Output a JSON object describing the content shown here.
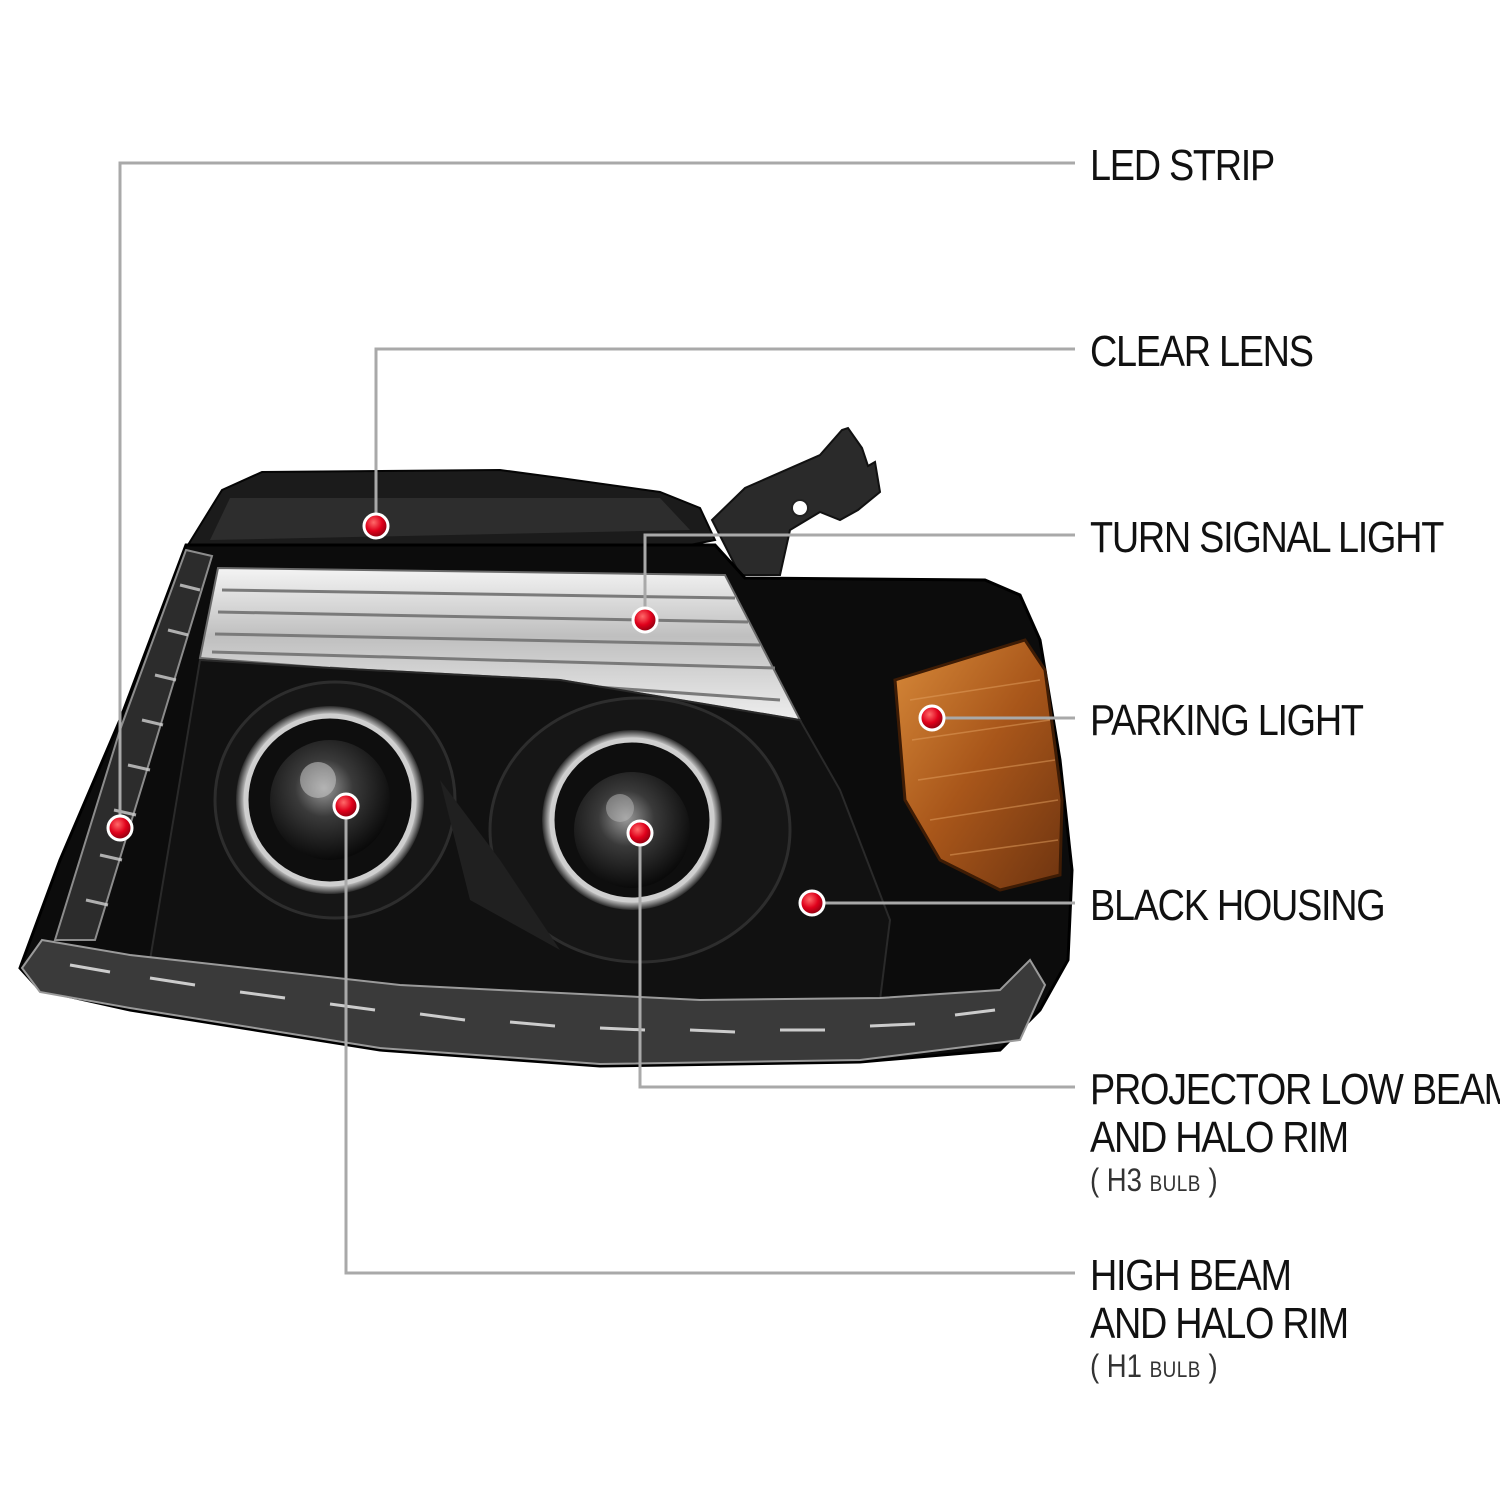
{
  "callouts": [
    {
      "id": "led-strip",
      "lines": [
        "LED STRIP"
      ]
    },
    {
      "id": "clear-lens",
      "lines": [
        "CLEAR LENS"
      ]
    },
    {
      "id": "turn-signal-light",
      "lines": [
        "TURN SIGNAL LIGHT"
      ]
    },
    {
      "id": "parking-light",
      "lines": [
        "PARKING LIGHT"
      ]
    },
    {
      "id": "black-housing",
      "lines": [
        "BLACK HOUSING"
      ]
    },
    {
      "id": "projector-low-beam",
      "lines": [
        "PROJECTOR LOW BEAM",
        "AND HALO RIM"
      ],
      "bulb": "H3",
      "bulb_word": "BULB"
    },
    {
      "id": "high-beam",
      "lines": [
        "HIGH BEAM",
        "AND HALO RIM"
      ],
      "bulb": "H1",
      "bulb_word": "BULB"
    }
  ],
  "colors": {
    "leader_line": "#a9a9a9",
    "marker_red": "#e0001b",
    "housing": "#0c0c0c",
    "amber": "#b8651a",
    "chrome": "#d9d9d9"
  }
}
